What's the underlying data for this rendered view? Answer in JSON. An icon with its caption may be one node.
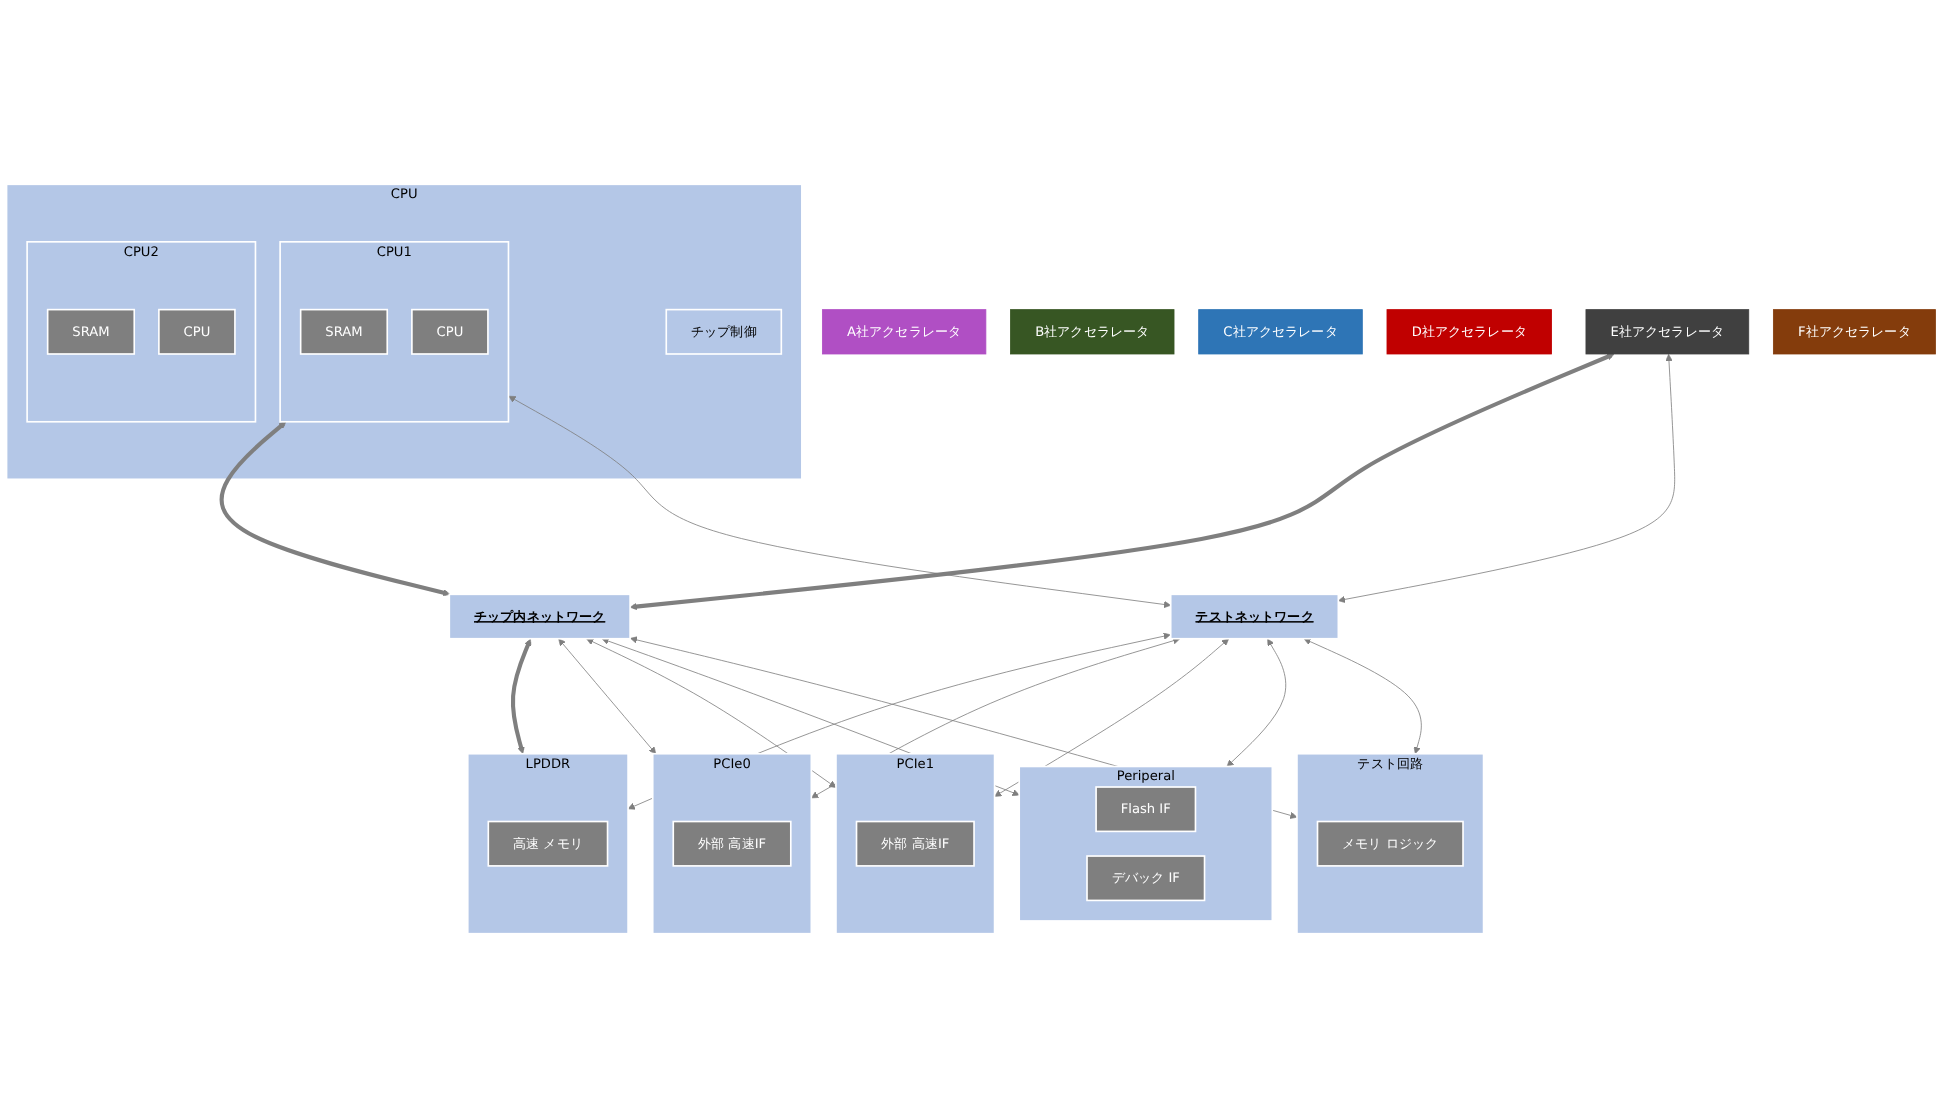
{
  "diagram": {
    "nodes": [
      {
        "text": [
          "CPU"
        ]
      },
      {
        "text": [
          "チップ制御"
        ],
        "in": 0
      },
      {
        "text": [
          "CPU1"
        ],
        "in": 0
      },
      {
        "text": [
          "SRAM"
        ],
        "in": 2
      },
      {
        "text": [
          "CPU"
        ],
        "in": 2
      },
      {
        "text": [
          "CPU2"
        ],
        "in": 0
      },
      {
        "text": [
          "SRAM"
        ],
        "in": 5
      },
      {
        "text": [
          "CPU"
        ],
        "in": 5
      },
      {
        "text": [
          "A社アクセラレータ"
        ]
      },
      {
        "text": [
          "B社アクセラレータ"
        ]
      },
      {
        "text": [
          "C社アクセラレータ"
        ]
      },
      {
        "text": [
          "D社アクセラレータ"
        ]
      },
      {
        "text": [
          "E社アクセラレータ"
        ]
      },
      {
        "text": [
          "F社アクセラレータ"
        ]
      },
      {
        "text": [
          "チップ内ネットワーク"
        ]
      },
      {
        "text": [
          "テストネットワーク"
        ]
      },
      {
        "text": [
          "LPDDR"
        ]
      },
      {
        "text": [
          "高速 メモリ"
        ],
        "in": 16
      },
      {
        "text": [
          "PCIe0"
        ]
      },
      {
        "text": [
          "外部 高速IF"
        ],
        "in": 18
      },
      {
        "text": [
          "PCIe1"
        ]
      },
      {
        "text": [
          "外部 高速IF"
        ],
        "in": 20
      },
      {
        "text": [
          "Periperal"
        ]
      },
      {
        "text": [
          "Flash IF"
        ],
        "in": 22
      },
      {
        "text": [
          "デバック IF"
        ],
        "in": 22
      },
      {
        "text": [
          "テスト回路"
        ]
      },
      {
        "text": [
          "メモリ ロジック"
        ],
        "in": 25
      }
    ],
    "edges": [
      {
        "from": 2,
        "to": 14,
        "arrow": "both",
        "style": "thick"
      },
      {
        "from": 2,
        "to": 15,
        "arrow": "both"
      },
      {
        "from": 12,
        "to": 14,
        "arrow": "both",
        "style": "thick"
      },
      {
        "from": 12,
        "to": 15,
        "arrow": "both"
      },
      {
        "from": 14,
        "to": 16,
        "arrow": "both",
        "style": "thick"
      },
      {
        "from": 15,
        "to": 16,
        "arrow": "both"
      },
      {
        "from": 14,
        "to": 18,
        "arrow": "both"
      },
      {
        "from": 15,
        "to": 18,
        "arrow": "both"
      },
      {
        "from": 14,
        "to": 20,
        "arrow": "both"
      },
      {
        "from": 15,
        "to": 20,
        "arrow": "both"
      },
      {
        "from": 14,
        "to": 22,
        "arrow": "both"
      },
      {
        "from": 15,
        "to": 22,
        "arrow": "both"
      },
      {
        "from": 14,
        "to": 25,
        "arrow": "both"
      },
      {
        "from": 15,
        "to": 25,
        "arrow": "both"
      }
    ]
  }
}
